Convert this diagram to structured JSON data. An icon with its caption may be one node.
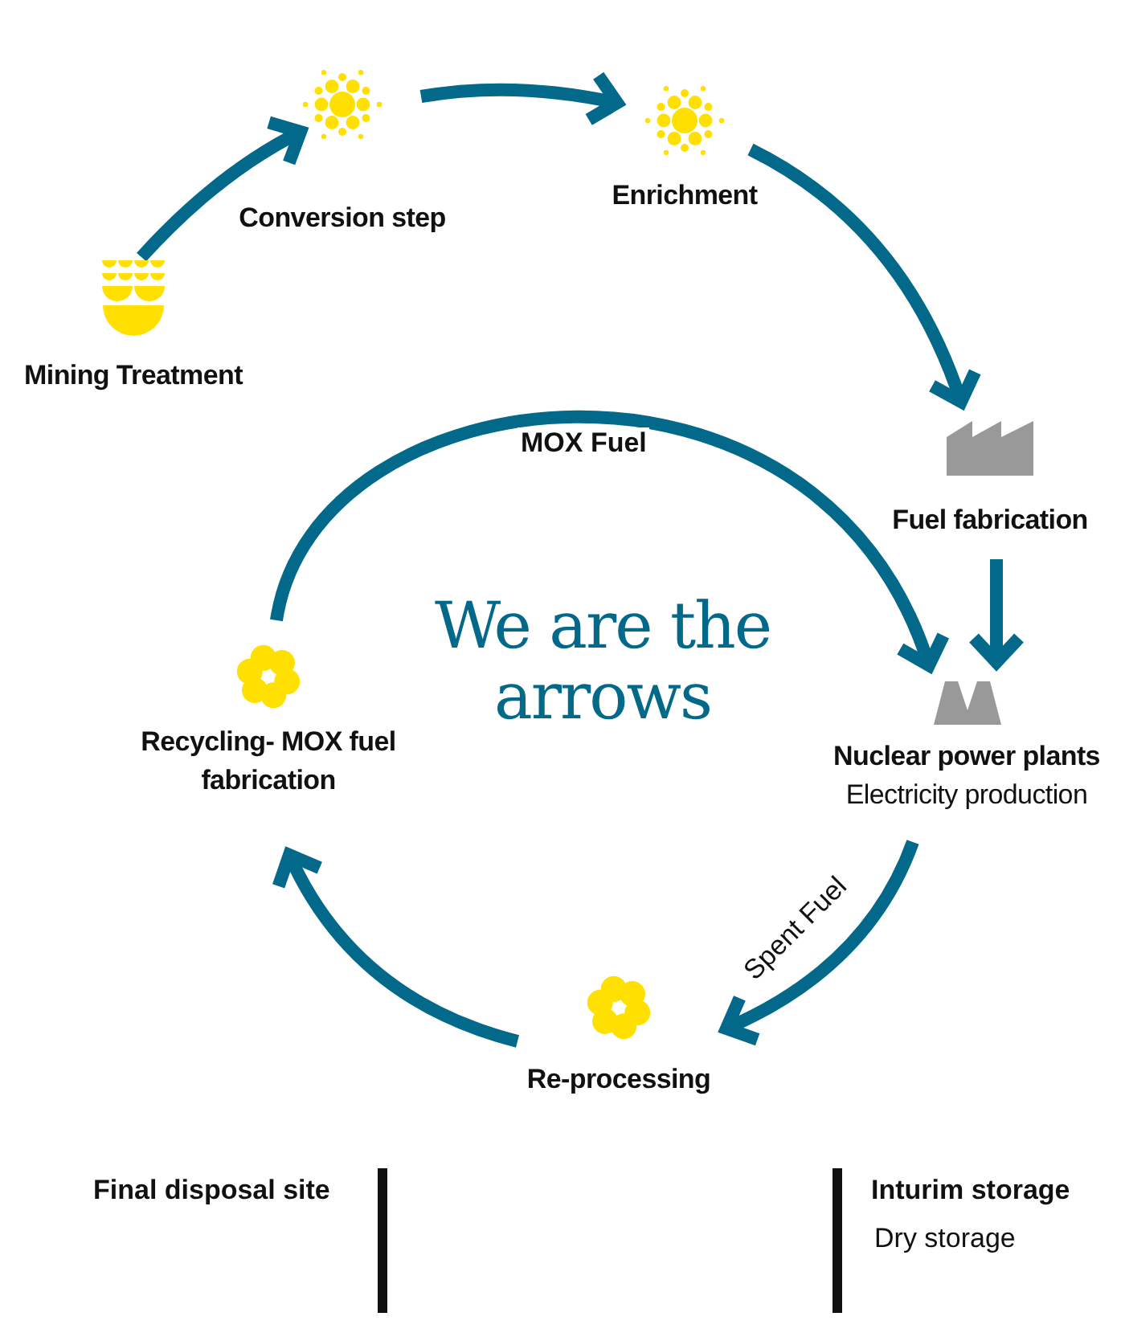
{
  "diagram": {
    "title": "We are the arrows",
    "nodes": [
      {
        "text": [
          "Mining Treatment"
        ]
      },
      {
        "text": [
          "Conversion step"
        ]
      },
      {
        "text": [
          "Enrichment"
        ]
      },
      {
        "text": [
          "Fuel fabrication"
        ]
      },
      {
        "text": [
          "Nuclear power plants",
          "Electricity production"
        ]
      },
      {
        "text": [
          "Re-processing"
        ]
      },
      {
        "text": [
          "Recycling- MOX fuel fabrication"
        ]
      }
    ],
    "edges": [
      {
        "from": 0,
        "to": 1,
        "arrow": "to"
      },
      {
        "from": 1,
        "to": 2,
        "arrow": "to"
      },
      {
        "from": 2,
        "to": 3,
        "arrow": "to"
      },
      {
        "from": 3,
        "to": 4,
        "arrow": "to"
      },
      {
        "from": 6,
        "to": 4,
        "arrow": "to",
        "label": "MOX Fuel"
      },
      {
        "from": 4,
        "to": 5,
        "arrow": "to",
        "label": "Spent Fuel"
      },
      {
        "from": 5,
        "to": 6,
        "arrow": "to"
      }
    ],
    "labels": [
      "Final disposal site",
      "Inturim storage",
      "Dry storage"
    ]
  }
}
